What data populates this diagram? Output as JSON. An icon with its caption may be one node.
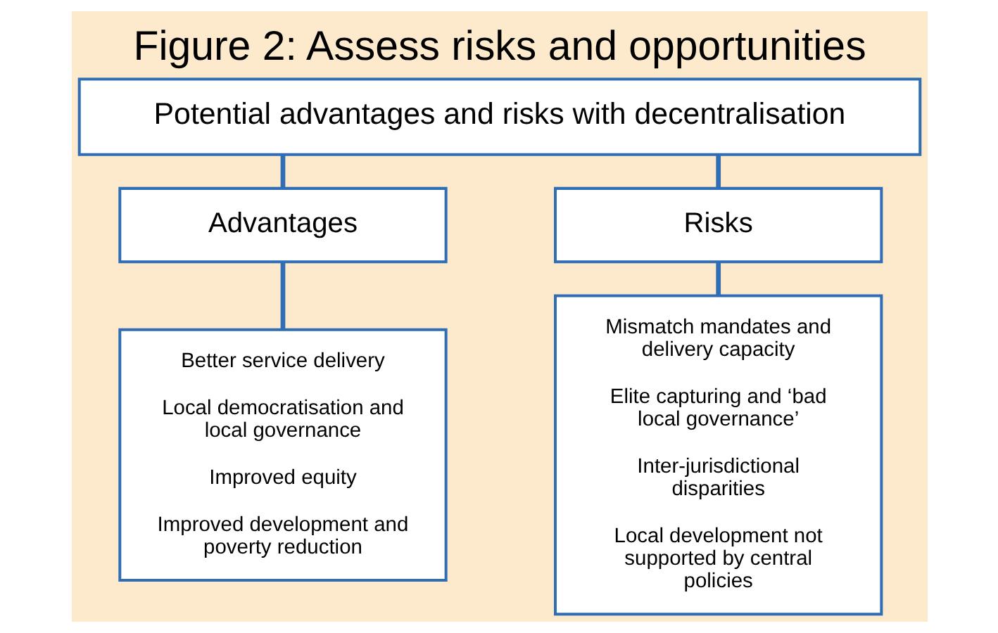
{
  "diagram": {
    "title": "Figure 2: Assess risks and opportunities",
    "nodes": [
      {
        "text": [
          "Potential advantages and risks with decentralisation"
        ]
      },
      {
        "text": [
          "Advantages"
        ]
      },
      {
        "text": [
          "Risks"
        ]
      },
      {
        "text": [
          "Better service delivery",
          "Local democratisation and local governance",
          "Improved equity",
          "Improved development and poverty reduction"
        ]
      },
      {
        "text": [
          "Mismatch mandates and delivery capacity",
          "Elite capturing and ‘bad local governance’",
          "Inter-jurisdictional disparities",
          "Local development not supported by central policies"
        ]
      }
    ],
    "edges": [
      {
        "from": 0,
        "to": 1,
        "arrow": "none"
      },
      {
        "from": 0,
        "to": 2,
        "arrow": "none"
      },
      {
        "from": 1,
        "to": 3,
        "arrow": "none"
      },
      {
        "from": 2,
        "to": 4,
        "arrow": "none"
      }
    ]
  }
}
